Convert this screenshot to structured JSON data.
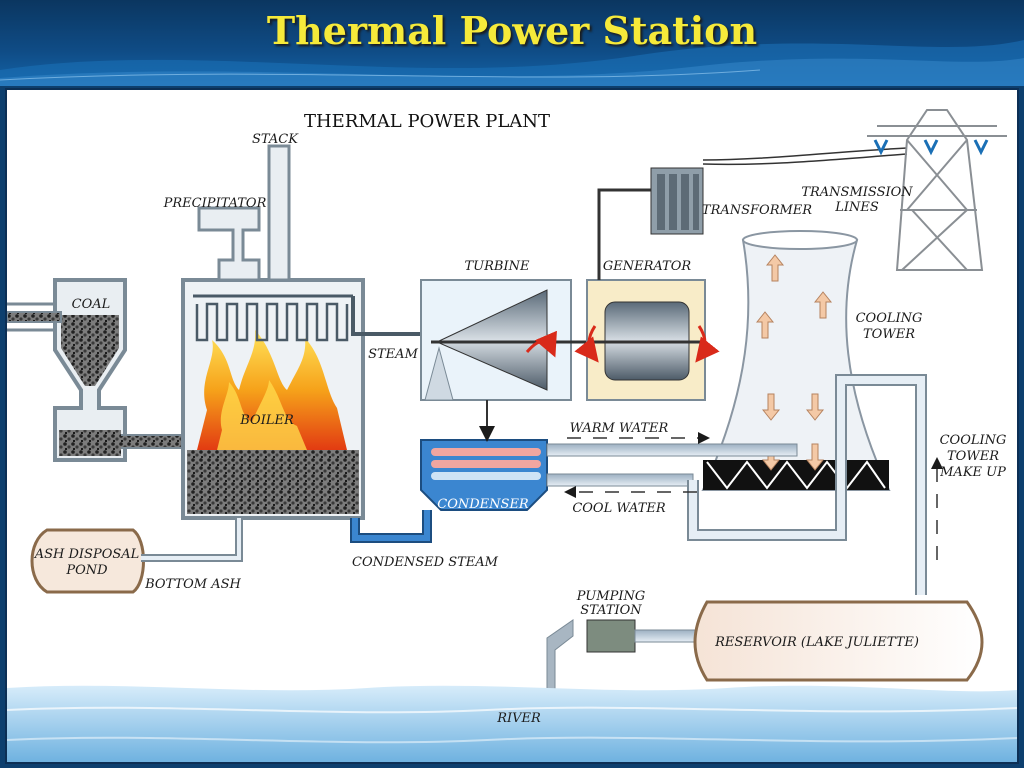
{
  "slide": {
    "title": "Thermal Power Station"
  },
  "diagram": {
    "title": "THERMAL POWER PLANT",
    "labels": {
      "stack": "STACK",
      "precipitator": "PRECIPITATOR",
      "coal": "COAL",
      "boiler": "BOILER",
      "steam": "STEAM",
      "turbine": "TURBINE",
      "generator": "GENERATOR",
      "transformer": "TRANSFORMER",
      "transmission_1": "TRANSMISSION",
      "transmission_2": "LINES",
      "cooling_tower_1": "COOLING",
      "cooling_tower_2": "TOWER",
      "warm_water": "WARM WATER",
      "cool_water": "COOL WATER",
      "condenser": "CONDENSER",
      "condensed_steam": "CONDENSED STEAM",
      "ash_pond_1": "ASH DISPOSAL",
      "ash_pond_2": "POND",
      "bottom_ash": "BOTTOM ASH",
      "makeup_1": "COOLING",
      "makeup_2": "TOWER",
      "makeup_3": "MAKE UP",
      "pumping_1": "PUMPING",
      "pumping_2": "STATION",
      "reservoir": "RESERVOIR (LAKE JULIETTE)",
      "river": "RIVER"
    }
  }
}
